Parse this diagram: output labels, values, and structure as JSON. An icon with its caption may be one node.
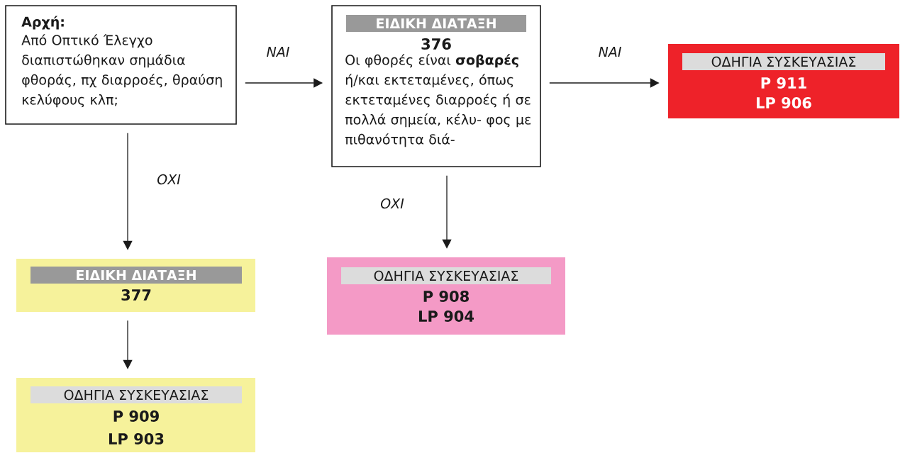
{
  "diagram": {
    "nodes": [
      {
        "text": [
          "Αρχή:",
          "Από Οπτικό Έλεγχο διαπιστώθηκαν σημάδια φθοράς, πχ διαρροές, θραύση κελύφους κλπ;"
        ]
      },
      {
        "text": [
          "ΕΙΔΙΚΗ ΔΙΑΤΑΞΗ",
          "376",
          "Οι φθορές είναι **σοβαρές** ή/και εκτεταμένες, όπως εκτεταμένες διαρροές ή σε πολλά σημεία, κέλυ- φος με πιθανότητα διά-"
        ]
      },
      {
        "text": [
          "ΟΔΗΓΙΑ ΣΥΣΚΕΥΑΣΙΑΣ",
          "P 911",
          "LP 906"
        ]
      },
      {
        "text": [
          "ΕΙΔΙΚΗ ΔΙΑΤΑΞΗ",
          "377"
        ]
      },
      {
        "text": [
          "ΟΔΗΓΙΑ ΣΥΣΚΕΥΑΣΙΑΣ",
          "P 908",
          "LP 904"
        ]
      },
      {
        "text": [
          "ΟΔΗΓΙΑ ΣΥΣΚΕΥΑΣΙΑΣ",
          "P 909",
          "LP 903"
        ]
      }
    ],
    "edges": [
      {
        "from": 0,
        "to": 1,
        "arrow": "to",
        "label": "ΝΑΙ"
      },
      {
        "from": 1,
        "to": 2,
        "arrow": "to",
        "label": "ΝΑΙ"
      },
      {
        "from": 0,
        "to": 3,
        "arrow": "to",
        "label": "ΟΧΙ"
      },
      {
        "from": 1,
        "to": 4,
        "arrow": "to",
        "label": "ΟΧΙ"
      },
      {
        "from": 3,
        "to": 5,
        "arrow": "to"
      }
    ]
  }
}
